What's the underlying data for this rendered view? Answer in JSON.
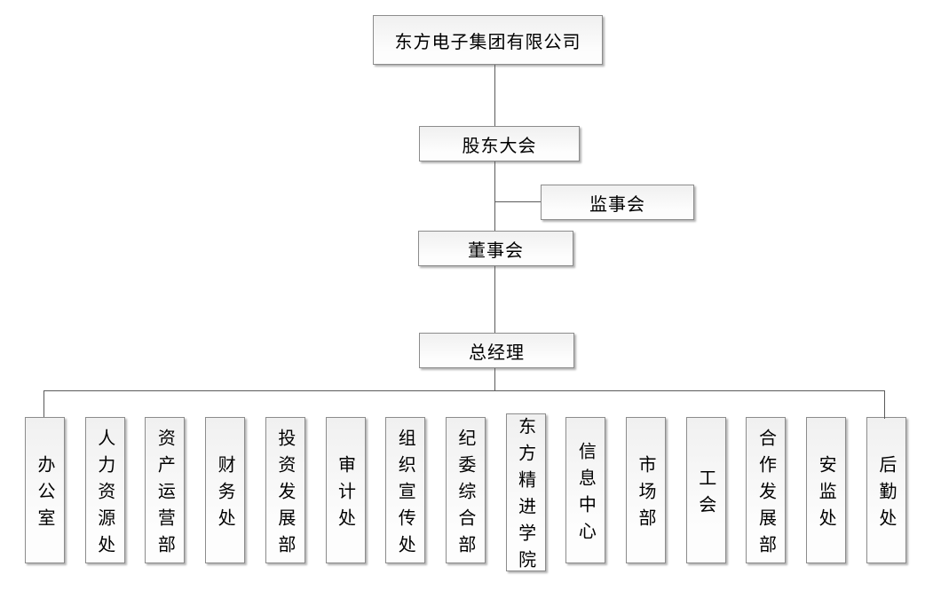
{
  "org_chart": {
    "root": {
      "label": "东方电子集团有限公司"
    },
    "levels": {
      "shareholders": {
        "label": "股东大会"
      },
      "supervisory": {
        "label": "监事会"
      },
      "board": {
        "label": "董事会"
      },
      "general_manager": {
        "label": "总经理"
      }
    },
    "departments": [
      "办公室",
      "人力资源处",
      "资产运营部",
      "财务处",
      "投资发展部",
      "审计处",
      "组织宣传处",
      "纪委综合部",
      "东方精进学院",
      "信息中心",
      "市场部",
      "工会",
      "合作发展部",
      "安监处",
      "后勤处"
    ],
    "colors": {
      "box_border": "#8c8c8c",
      "box_fill_top": "#f0f0f0",
      "box_fill_bottom": "#fdfdfd",
      "connector": "#5a5a5a",
      "text": "#000000",
      "background": "#ffffff"
    }
  }
}
